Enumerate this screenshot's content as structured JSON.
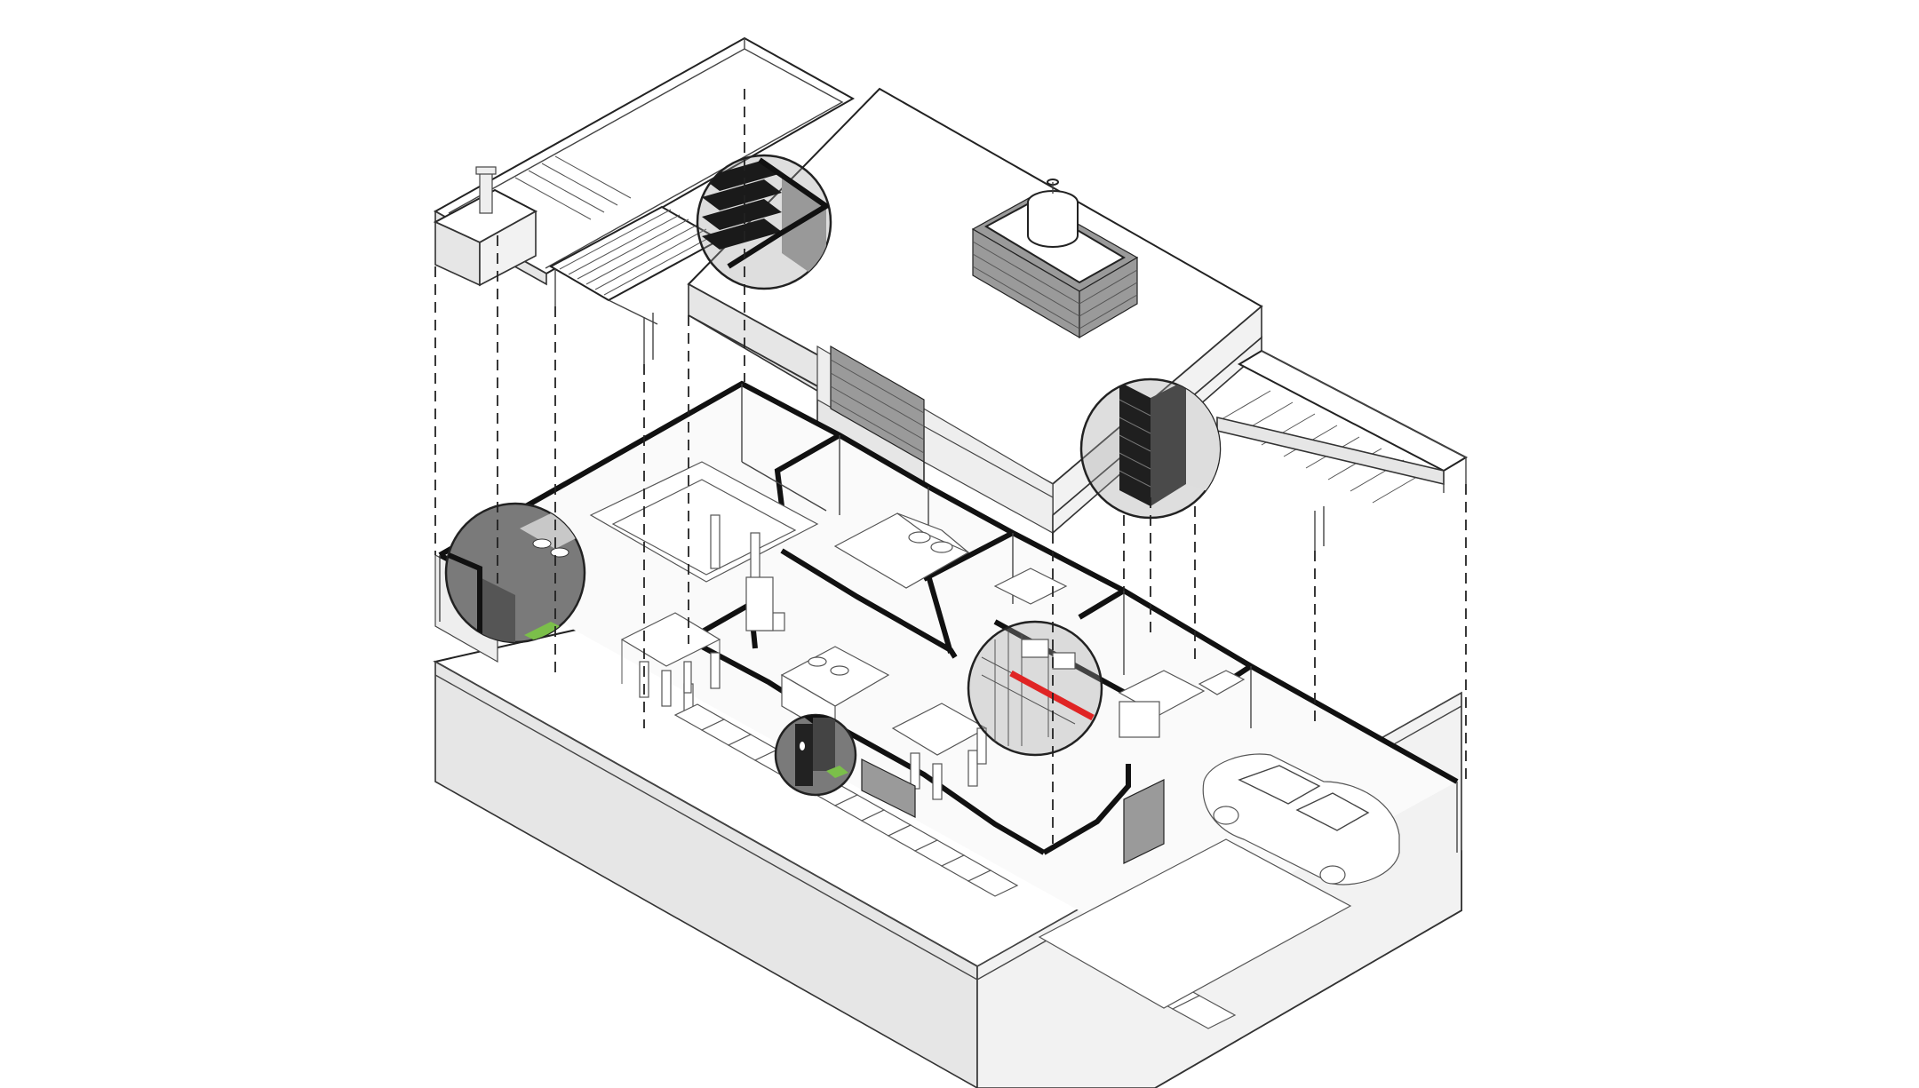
{
  "drawing": {
    "style": "exploded isometric axonometric",
    "palette": {
      "line": "#222222",
      "wall_poche": "#111111",
      "surface": "#ffffff",
      "shade": "#e6e6e6",
      "detail_lens": "#7a7a7a",
      "pipe_accent": "#e02424",
      "planting": "#7bbf4a"
    },
    "components": [
      "upper-roof-terrace-layer",
      "main-roof-volume",
      "water-tank",
      "pergola-left",
      "pergola-right",
      "ground-floor-plan",
      "site-base",
      "parked-car"
    ],
    "detail_callouts": [
      "rear-wall-lattice-detail",
      "brick-screen-detail",
      "kitchen-corner-detail",
      "bathroom-plumbing-detail",
      "entry-niche-detail"
    ]
  }
}
